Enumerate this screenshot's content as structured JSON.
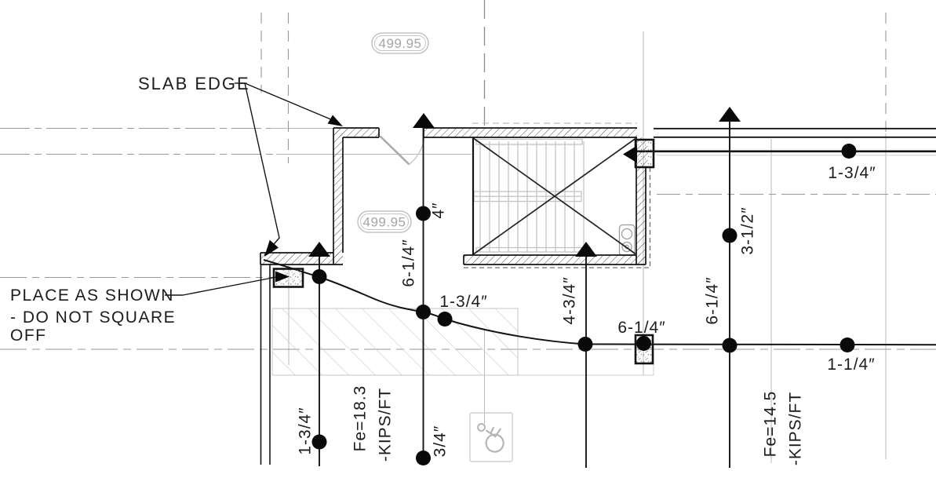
{
  "drawing": {
    "type": "structural-slab-edge-plan",
    "callouts": {
      "slab_edge": "SLAB EDGE",
      "place_line1": "PLACE AS SHOWN",
      "place_line2": "- DO NOT SQUARE",
      "place_line3": "OFF"
    },
    "elevation_tags": {
      "upper": "499.95",
      "lower": "499.95"
    },
    "dimensions": {
      "top_right_offset": "1-3/4″",
      "door_line_offset": "4″",
      "door_line_spacing": "6-1/4″",
      "mid_curve_offset": "1-3/4″",
      "stair_line_offset": "4-3/4″",
      "column_line_spacing": "6-1/4″",
      "right_line_spacing": "6-1/4″",
      "right_line_offset": "3-1/2″",
      "bottom_right_offset": "1-1/4″",
      "left_line_offset": "1-3/4″",
      "door_line_lower_offset": "3/4″"
    },
    "forces": {
      "left": {
        "line1": "Fe=18.3",
        "line2": "-KIPS/FT"
      },
      "right": {
        "line1": "Fe=14.5",
        "line2": "-KIPS/FT"
      }
    },
    "colors": {
      "line_black": "#141414",
      "centerline_gray": "#999999",
      "light_gray": "#c9c9c9",
      "elev_text_gray": "#a5a5a5"
    }
  }
}
